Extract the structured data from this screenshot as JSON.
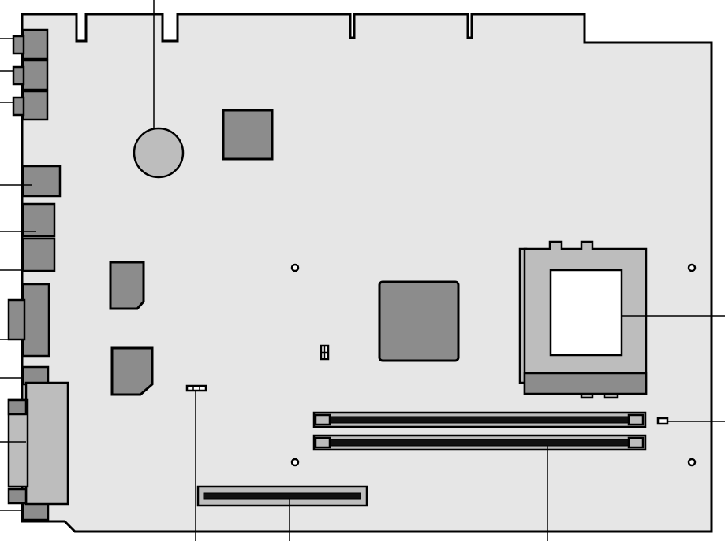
{
  "diagram": {
    "colors": {
      "board": "#e6e6e6",
      "chip": "#8c8c8c",
      "light": "#bdbdbd",
      "outline": "#000000"
    },
    "callouts": [
      "top-callout-battery",
      "left-callout-1",
      "left-callout-2",
      "left-callout-3",
      "left-callout-4",
      "left-callout-5",
      "left-callout-6",
      "left-callout-7",
      "left-callout-8",
      "left-callout-9",
      "left-callout-10",
      "right-callout-processor-socket",
      "right-callout-connector",
      "bottom-callout-jumper",
      "bottom-callout-slot",
      "bottom-callout-memory"
    ]
  }
}
